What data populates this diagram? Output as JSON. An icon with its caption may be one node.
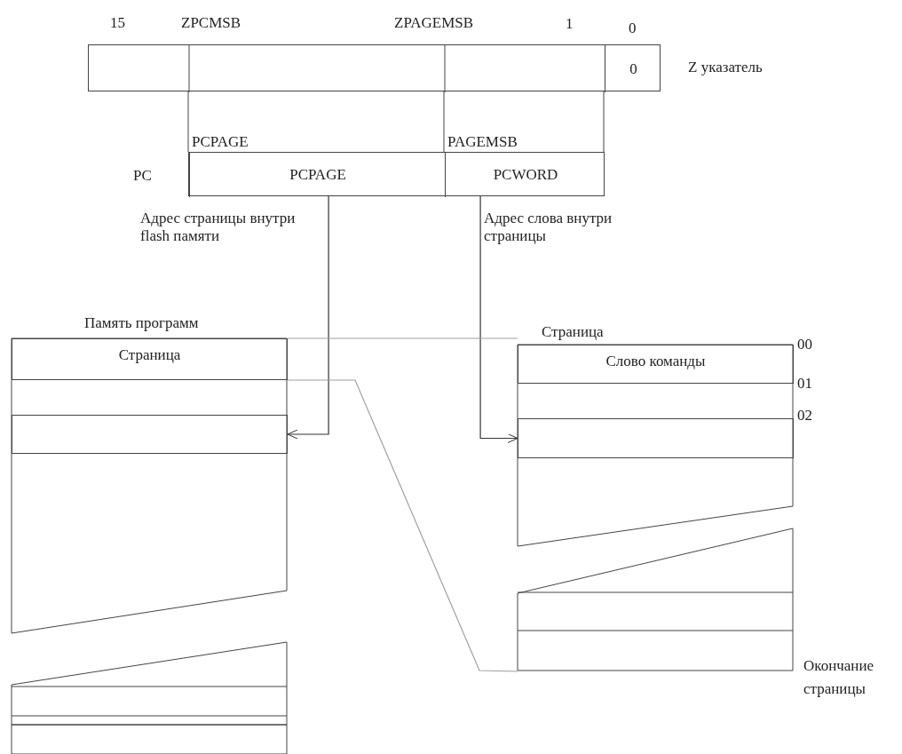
{
  "diagram": {
    "nodes": [
      {
        "text": [],
        "shape": "box",
        "beside": [
          "Z указатель"
        ]
      },
      {
        "text": [
          "0"
        ],
        "in": 0
      },
      {
        "text": [],
        "shape": "box",
        "beside": [
          "PC"
        ]
      },
      {
        "text": [
          "PCPAGE"
        ],
        "in": 2
      },
      {
        "text": [
          "PCWORD"
        ],
        "in": 2
      },
      {
        "text": [
          "Память программ"
        ]
      },
      {
        "text": [
          "Страница"
        ],
        "in": 5
      },
      {
        "text": [],
        "shape": "box",
        "in": 5
      },
      {
        "text": [
          "Страница"
        ],
        "beside": [
          "Окончание страницы"
        ]
      },
      {
        "text": [
          "Слово команды"
        ],
        "in": 8
      },
      {
        "text": [],
        "shape": "box",
        "in": 8
      }
    ],
    "edges": [
      {
        "from": 3,
        "to": 7,
        "arrow": "to",
        "label": "Адрес страницы внутри flash памяти"
      },
      {
        "from": 4,
        "to": 10,
        "arrow": "to",
        "label": "Адрес слова внутри страницы"
      },
      {
        "from": 5,
        "to": 8,
        "arrow": "none",
        "color": "#a0a0a0"
      },
      {
        "from": 6,
        "to": 8,
        "arrow": "none",
        "color": "#a0a0a0"
      }
    ],
    "labels": [
      "15",
      "ZPCMSB",
      "ZPAGEMSB",
      "1",
      "0",
      "PCPAGE",
      "PAGEMSB",
      "00",
      "01",
      "02"
    ]
  }
}
